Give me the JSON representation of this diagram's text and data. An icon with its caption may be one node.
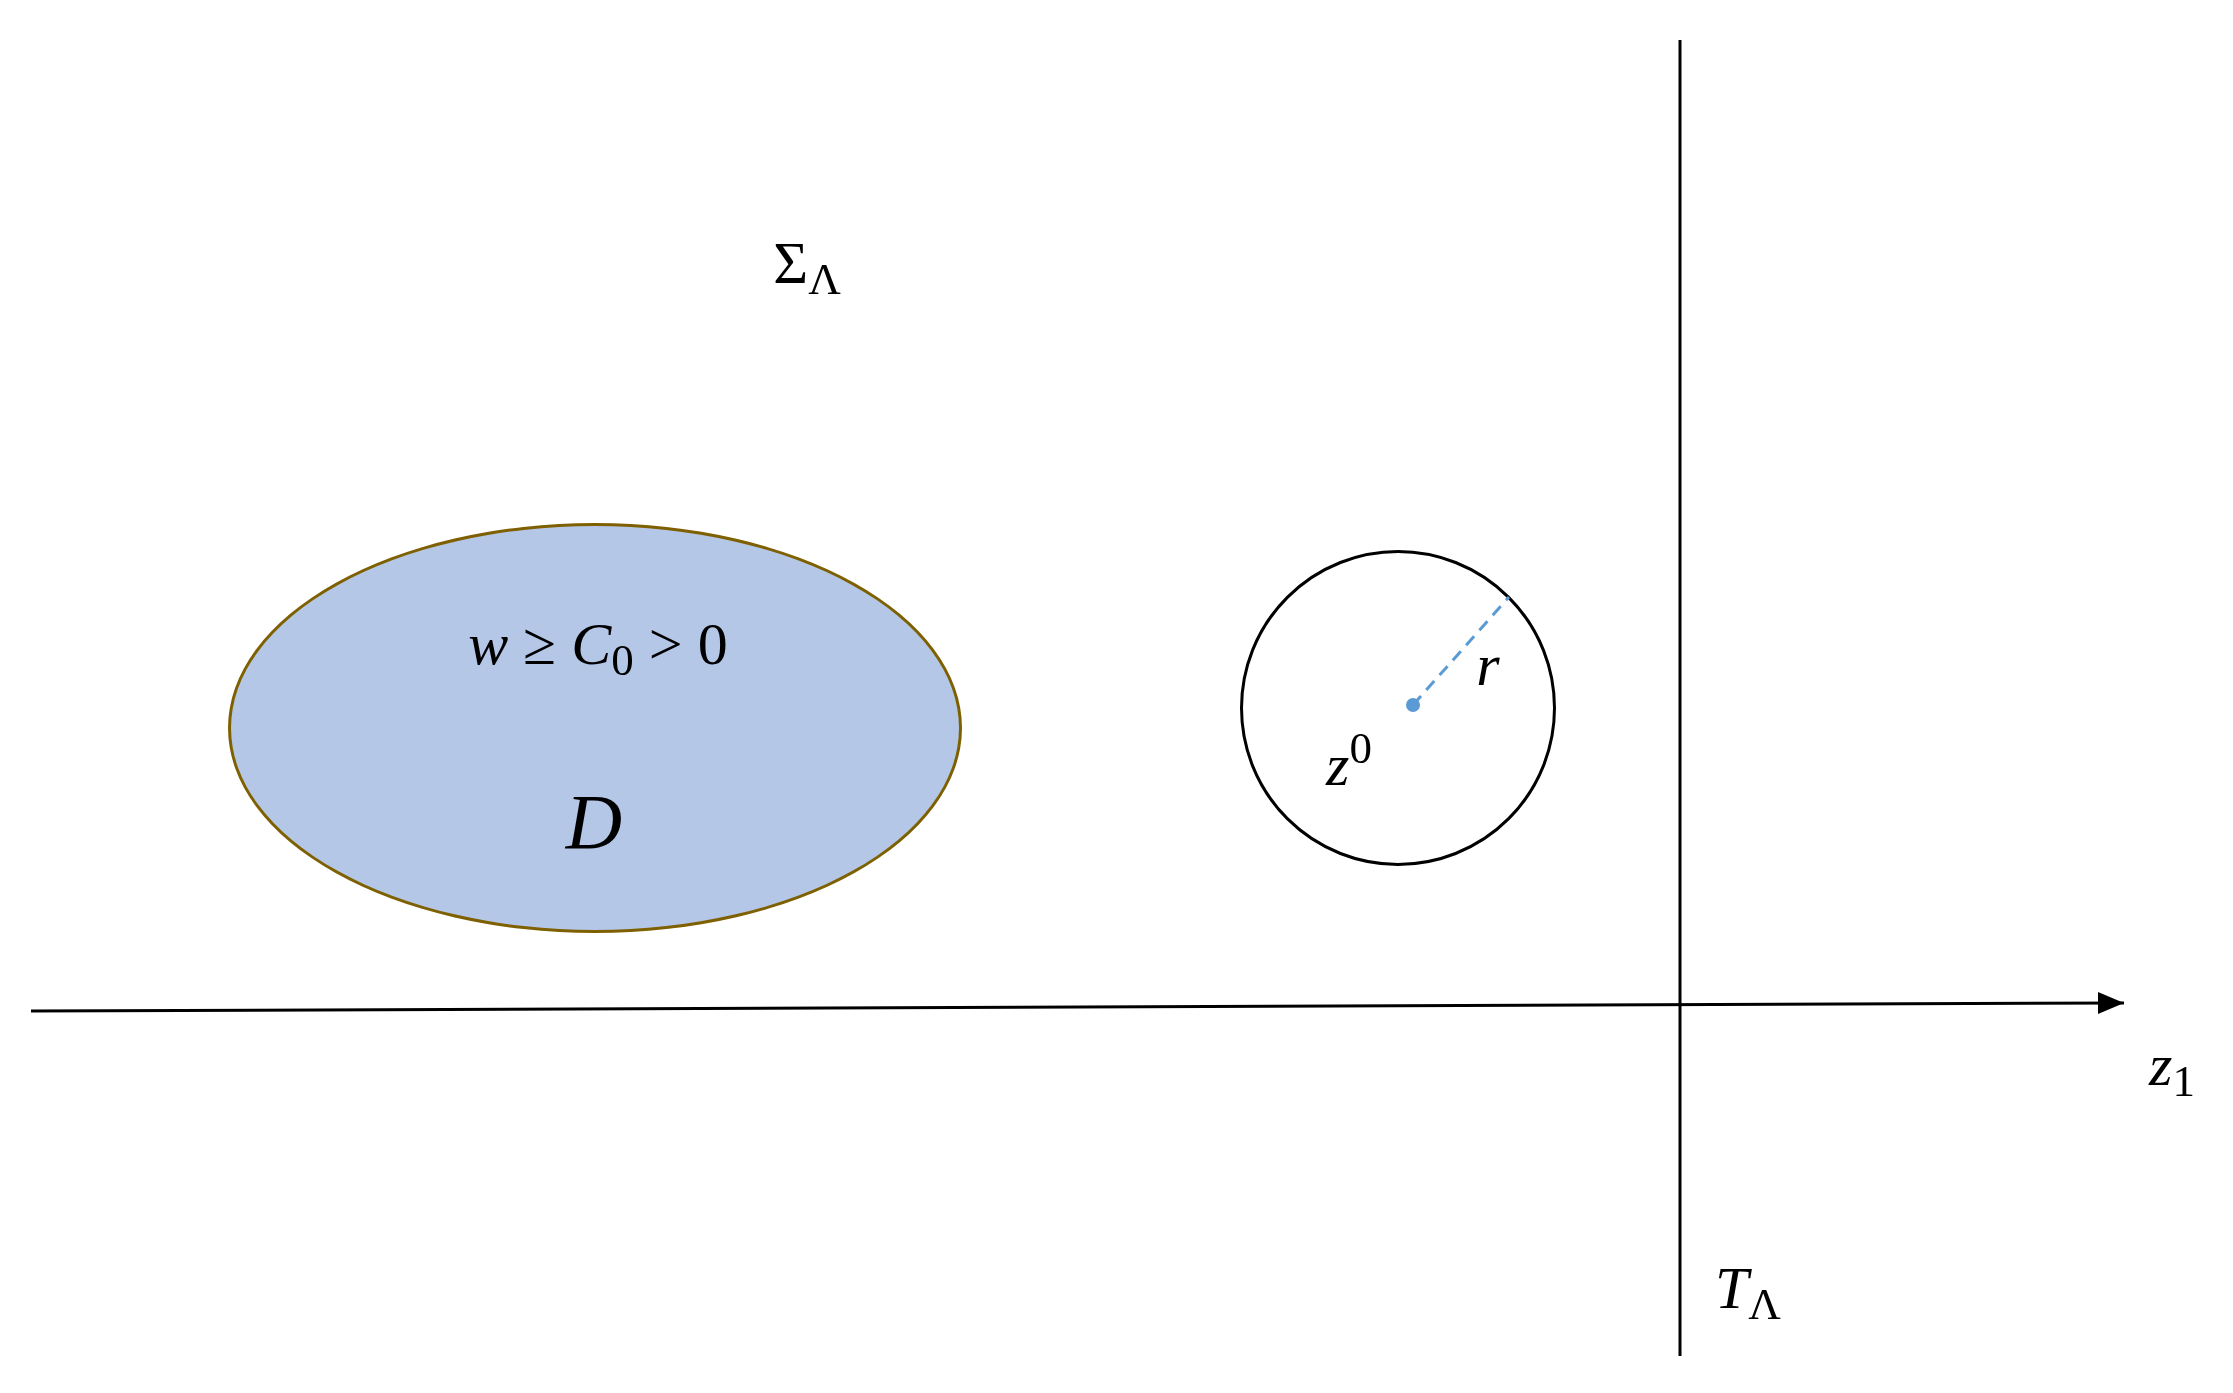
{
  "diagram": {
    "nodes": [
      {
        "text": [
          "*w* ≥ *C*$_{0}$ > 0",
          "*D*"
        ]
      },
      {
        "text": [
          "*z*$^{0}$",
          "*r*"
        ]
      }
    ],
    "labels": [
      "Σ$_{Λ}$",
      "*z*$_{1}$",
      "*T*$_{Λ}$"
    ]
  }
}
